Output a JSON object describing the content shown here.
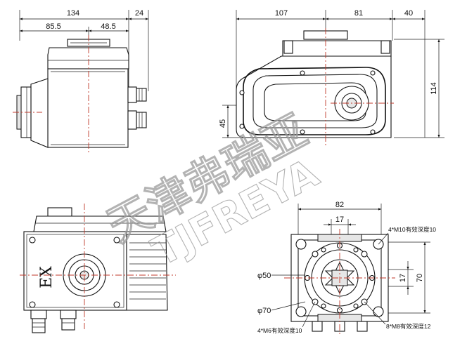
{
  "dimensions": {
    "top_left": {
      "overall_width": "134",
      "right_ext": "24",
      "left_part": "85.5",
      "right_part": "48.5"
    },
    "top_right": {
      "left": "107",
      "middle": "81",
      "right": "40",
      "height": "114",
      "offset": "45"
    },
    "bottom_right": {
      "width": "82",
      "inner": "17",
      "height": "70",
      "inner_v": "17",
      "dia_large": "φ50",
      "dia_small": "φ70"
    }
  },
  "notes": {
    "m10": "4*M10有效深度10",
    "m6": "4*M6有效深度10",
    "m8": "8*M8有效深度12"
  },
  "marking": "EX",
  "watermark": {
    "cn": "天津弗瑞亚",
    "en": "TJFREYA"
  }
}
